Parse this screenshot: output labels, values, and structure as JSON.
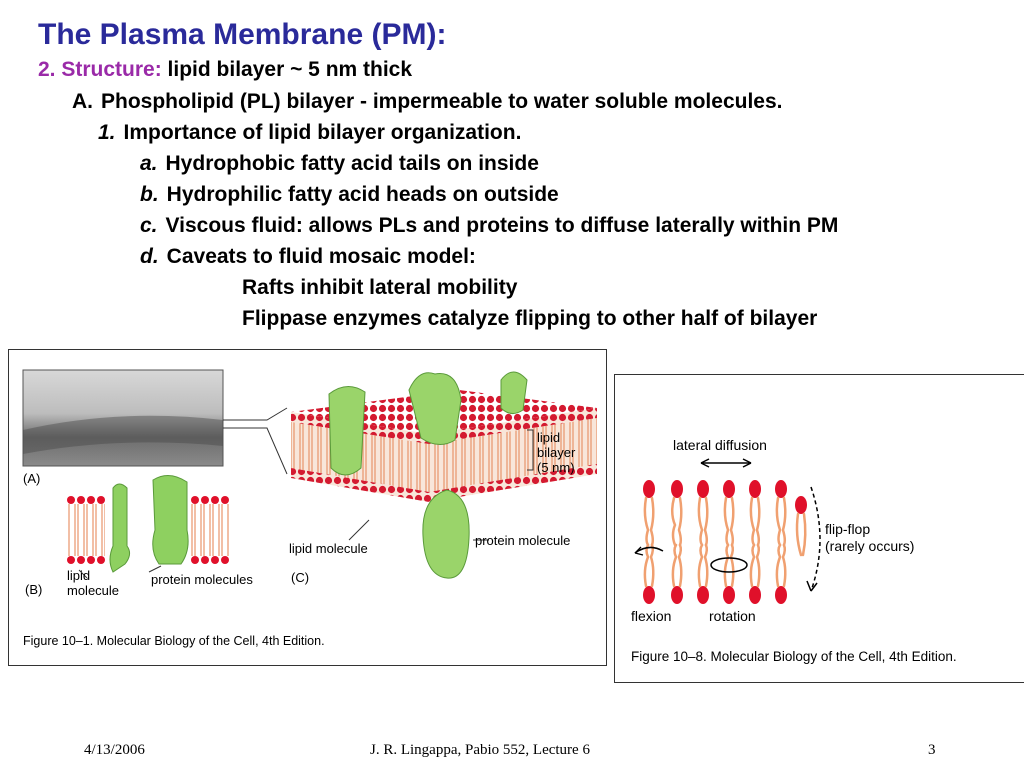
{
  "slide": {
    "title": "The Plasma Membrane (PM):",
    "structure_label": "2. Structure:",
    "structure_text": "lipid bilayer ~ 5 nm thick",
    "a_marker": "A.",
    "a_text": "Phospholipid (PL) bilayer - impermeable to water soluble molecules.",
    "n1_marker": "1.",
    "n1_text": "Importance of lipid bilayer organization.",
    "items": [
      {
        "marker": "a.",
        "text": "Hydrophobic fatty acid tails on inside"
      },
      {
        "marker": "b.",
        "text": "Hydrophilic fatty acid heads on outside"
      },
      {
        "marker": "c.",
        "text": "Viscous fluid: allows PLs and proteins to diffuse laterally within PM"
      },
      {
        "marker": "d.",
        "text": "Caveats to fluid mosaic model:"
      }
    ],
    "sub_items": [
      "Rafts inhibit lateral mobility",
      "Flippase enzymes catalyze flipping to other half of bilayer"
    ]
  },
  "figure_left": {
    "label_a": "(A)",
    "label_b": "(B)",
    "label_c": "(C)",
    "lipid_bilayer_l1": "lipid",
    "lipid_bilayer_l2": "bilayer",
    "lipid_bilayer_l3": "(5 nm)",
    "lipid_molecule_c": "lipid molecule",
    "protein_molecule_c": "protein molecule",
    "lipid_b_l1": "lipid",
    "lipid_b_l2": "molecule",
    "protein_molecules_b": "protein molecules",
    "caption": "Figure 10–1. Molecular Biology of the Cell, 4th Edition."
  },
  "figure_right": {
    "lateral_diffusion": "lateral diffusion",
    "flip_flop_l1": "flip-flop",
    "flip_flop_l2": "(rarely occurs)",
    "flexion": "flexion",
    "rotation": "rotation",
    "caption": "Figure 10–8. Molecular Biology of the Cell, 4th Edition."
  },
  "footer": {
    "date": "4/13/2006",
    "author": "J. R. Lingappa, Pabio 552, Lecture 6",
    "page": "3"
  },
  "colors": {
    "title": "#2a2a9a",
    "structure": "#9a2aa8",
    "lipid_head": "#e0102a",
    "lipid_tail": "#f0a070",
    "protein": "#8ed060"
  }
}
